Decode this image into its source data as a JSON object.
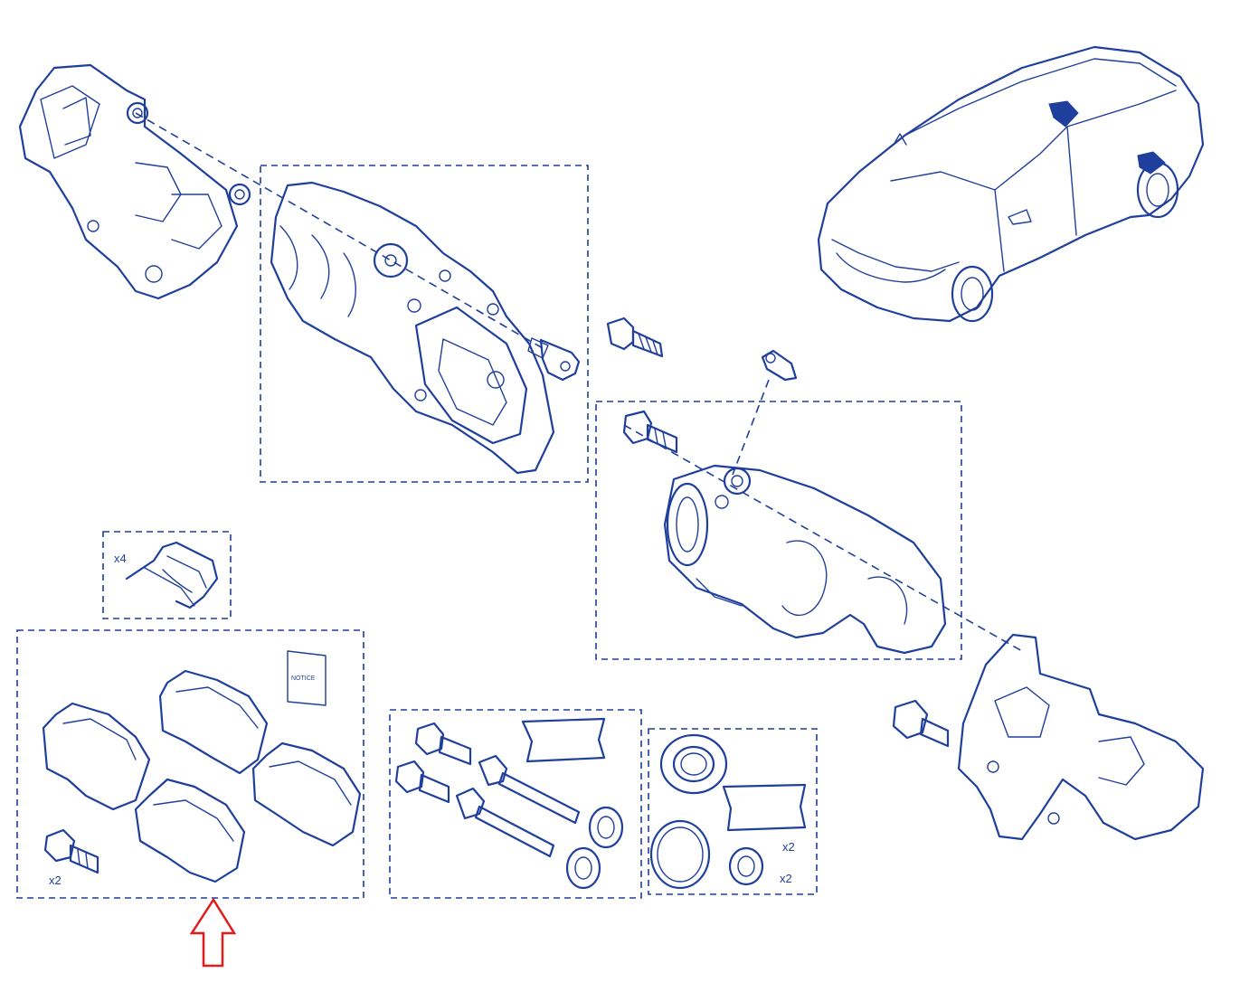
{
  "colors": {
    "ink": "#1f3f9c",
    "highlight_arrow": "#e21b1b",
    "background": "#ffffff"
  },
  "labels": {
    "clips_qty": "x4",
    "pad_bolts_qty": "x2",
    "notice": "NOTICE",
    "seal_grease_qty": "x2",
    "dust_boot_qty": "x2"
  },
  "icons": {
    "selection_marker": "arrow-up-outline-icon"
  }
}
